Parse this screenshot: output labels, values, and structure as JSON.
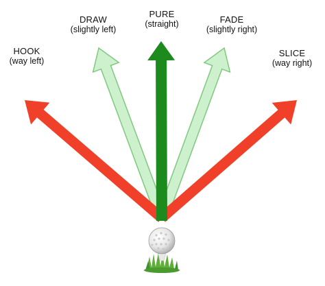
{
  "shots": [
    {
      "key": "hook",
      "name": "HOOK",
      "detail": "(way left)",
      "color": "#f0402a",
      "style": "solid"
    },
    {
      "key": "draw",
      "name": "DRAW",
      "detail": "(slightly left)",
      "color": "#c8f0c8",
      "style": "light"
    },
    {
      "key": "pure",
      "name": "PURE",
      "detail": "(straight)",
      "color": "#1c8a1c",
      "style": "solid"
    },
    {
      "key": "fade",
      "name": "FADE",
      "detail": "(slightly right)",
      "color": "#c8f0c8",
      "style": "light"
    },
    {
      "key": "slice",
      "name": "SLICE",
      "detail": "(way right)",
      "color": "#f0402a",
      "style": "solid"
    }
  ],
  "colors": {
    "red": "#f0402a",
    "dark_green": "#1c8a1c",
    "light_green": "#c8f0c8",
    "light_green_outline": "#7fc87f",
    "grass": "#5fae3a"
  },
  "icons": [
    "golf-ball-icon",
    "grass-tuft-icon"
  ]
}
